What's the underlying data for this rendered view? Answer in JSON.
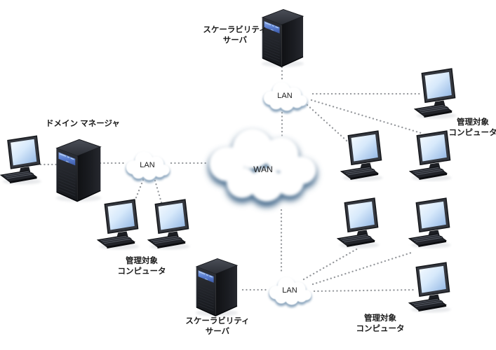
{
  "diagram": {
    "background": "#ffffff",
    "nodes": {
      "scalability_server_top": {
        "type": "server",
        "label": "スケーラビリティ\nサーバ"
      },
      "lan_top": {
        "type": "cloud",
        "label": "LAN"
      },
      "managed_top_right": {
        "type": "computer-group",
        "label": "管理対象\nコンピュータ",
        "computer_count": 3
      },
      "domain_manager": {
        "type": "server",
        "label": "ドメイン マネージャ"
      },
      "admin_computer": {
        "type": "computer"
      },
      "lan_left": {
        "type": "cloud",
        "label": "LAN"
      },
      "wan": {
        "type": "cloud-large",
        "label": "WAN"
      },
      "managed_bottom_left": {
        "type": "computer-group",
        "label": "管理対象\nコンピュータ",
        "computer_count": 2
      },
      "scalability_server_bottom": {
        "type": "server",
        "label": "スケーラビリティ\nサーバ"
      },
      "lan_bottom": {
        "type": "cloud",
        "label": "LAN"
      },
      "managed_bottom_right": {
        "type": "computer-group",
        "label": "管理対象\nコンピュータ",
        "computer_count": 3
      }
    },
    "edges": [
      {
        "from": "scalability_server_top",
        "to": "lan_top"
      },
      {
        "from": "lan_top",
        "to": "managed_top_right_pc1"
      },
      {
        "from": "lan_top",
        "to": "managed_top_right_pc2"
      },
      {
        "from": "lan_top",
        "to": "managed_top_right_pc3"
      },
      {
        "from": "lan_top",
        "to": "wan"
      },
      {
        "from": "admin_computer",
        "to": "domain_manager"
      },
      {
        "from": "domain_manager",
        "to": "lan_left"
      },
      {
        "from": "lan_left",
        "to": "wan"
      },
      {
        "from": "lan_left",
        "to": "managed_bottom_left_pc1"
      },
      {
        "from": "lan_left",
        "to": "managed_bottom_left_pc2"
      },
      {
        "from": "wan",
        "to": "lan_bottom"
      },
      {
        "from": "scalability_server_bottom",
        "to": "lan_bottom"
      },
      {
        "from": "lan_bottom",
        "to": "managed_bottom_right_pc1"
      },
      {
        "from": "lan_bottom",
        "to": "managed_bottom_right_pc2"
      },
      {
        "from": "lan_bottom",
        "to": "managed_bottom_right_pc3"
      }
    ],
    "colors": {
      "connector_dot": "#95989c",
      "label_text": "#1a1a1a",
      "cloud_shadow_small": "#8fa8bf",
      "cloud_shadow_large": "#4a6d8e",
      "server_body": "#15171b",
      "server_panel_blue": "#5b7fd0",
      "screen_blue": "#9cc0ea"
    }
  }
}
